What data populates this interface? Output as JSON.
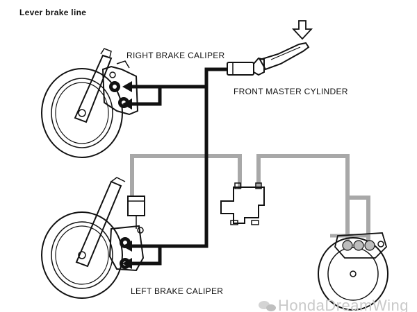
{
  "diagram": {
    "title": "Lever brake line",
    "labels": {
      "right_caliper": "RIGHT BRAKE CALIPER",
      "master_cylinder": "FRONT MASTER CYLINDER",
      "left_caliper": "LEFT BRAKE CALIPER"
    },
    "watermark": "HondaDreamWing",
    "colors": {
      "ink": "#111111",
      "secondary_line": "#a8a8a8",
      "watermark": "#c9c9c9"
    },
    "icons": {
      "press_direction": "down-arrow-outline",
      "watermark_logo": "wechat-logo"
    }
  }
}
